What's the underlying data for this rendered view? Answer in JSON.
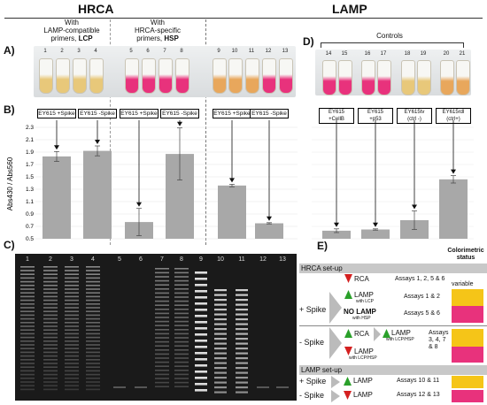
{
  "headers": {
    "hrca": "HRCA",
    "lamp": "LAMP"
  },
  "panels": {
    "a": "A)",
    "b": "B)",
    "c": "C)",
    "d": "D)",
    "e": "E)"
  },
  "group_lcp": {
    "line1": "With",
    "line2": "LAMP-compatible",
    "line3": "primers,",
    "bold": "LCP"
  },
  "group_hsp": {
    "line1": "With",
    "line2": "HRCA-specific",
    "line3": "primers,",
    "bold": "HSP"
  },
  "controls_label": "Controls",
  "tube_numbers_a": [
    "1",
    "2",
    "3",
    "4",
    "5",
    "6",
    "7",
    "8",
    "9",
    "10",
    "11",
    "12",
    "13"
  ],
  "tube_numbers_d": [
    "14",
    "15",
    "16",
    "17",
    "18",
    "19",
    "20",
    "21"
  ],
  "sample_labels": [
    "EY615 +Spike",
    "EY615 -Spike",
    "EY615 +Spike",
    "EY615 -Spike",
    "EY615 +Spike",
    "EY615 -Spike"
  ],
  "control_labels": [
    {
      "l1": "EY615",
      "l2": "+CellB"
    },
    {
      "l1": "EY615",
      "l2": "+p53"
    },
    {
      "l1": "EY615tv",
      "l2": "(ctrl -)"
    },
    {
      "l1": "EY615rdl",
      "l2": "(ctrl+)"
    }
  ],
  "chart_data": {
    "type": "bar",
    "ylabel": "Abs430 / Abs560",
    "ylim": [
      0.5,
      2.3
    ],
    "yticks": [
      "2.3",
      "2.1",
      "1.9",
      "1.7",
      "1.5",
      "1.3",
      "1.1",
      "0.9",
      "0.7",
      "0.5"
    ],
    "values": [
      1.83,
      1.92,
      0.77,
      1.87,
      1.36,
      0.75,
      0.63,
      0.65,
      0.8,
      1.46
    ],
    "errors": [
      0.08,
      0.08,
      0.22,
      0.42,
      0.02,
      0.01,
      0.03,
      0.01,
      0.15,
      0.06
    ]
  },
  "gel_lanes": [
    "1",
    "2",
    "3",
    "4",
    "5",
    "6",
    "7",
    "8",
    "9",
    "10",
    "11",
    "12",
    "13"
  ],
  "table": {
    "colorimetric_title": "Colorimetric status",
    "hrca_title": "HRCA set-up",
    "lamp_title": "LAMP set-up",
    "variable": "variable",
    "plus_spike": "+ Spike",
    "minus_spike": "- Spike",
    "rca": "RCA",
    "lamp": "LAMP",
    "with_lcp": "with LCP",
    "no_lamp": "NO LAMP",
    "with_hsp": "with HSP",
    "with_lcp_hsp": "with LCP/HSP",
    "assays_1_2_5_6": "Assays 1, 2, 5 & 6",
    "assays_1_2": "Assays 1 & 2",
    "assays_5_6": "Assays 5 & 6",
    "assays_3478": "Assays 3, 4, 7 & 8",
    "assays_10_11": "Assays 10 & 11",
    "assays_12_13": "Assays 12 & 13"
  },
  "colors": {
    "yellow": "#f5c518",
    "magenta": "#e8327c",
    "green": "#2aa02a",
    "red": "#d42020",
    "bar": "#a8a8a8"
  }
}
